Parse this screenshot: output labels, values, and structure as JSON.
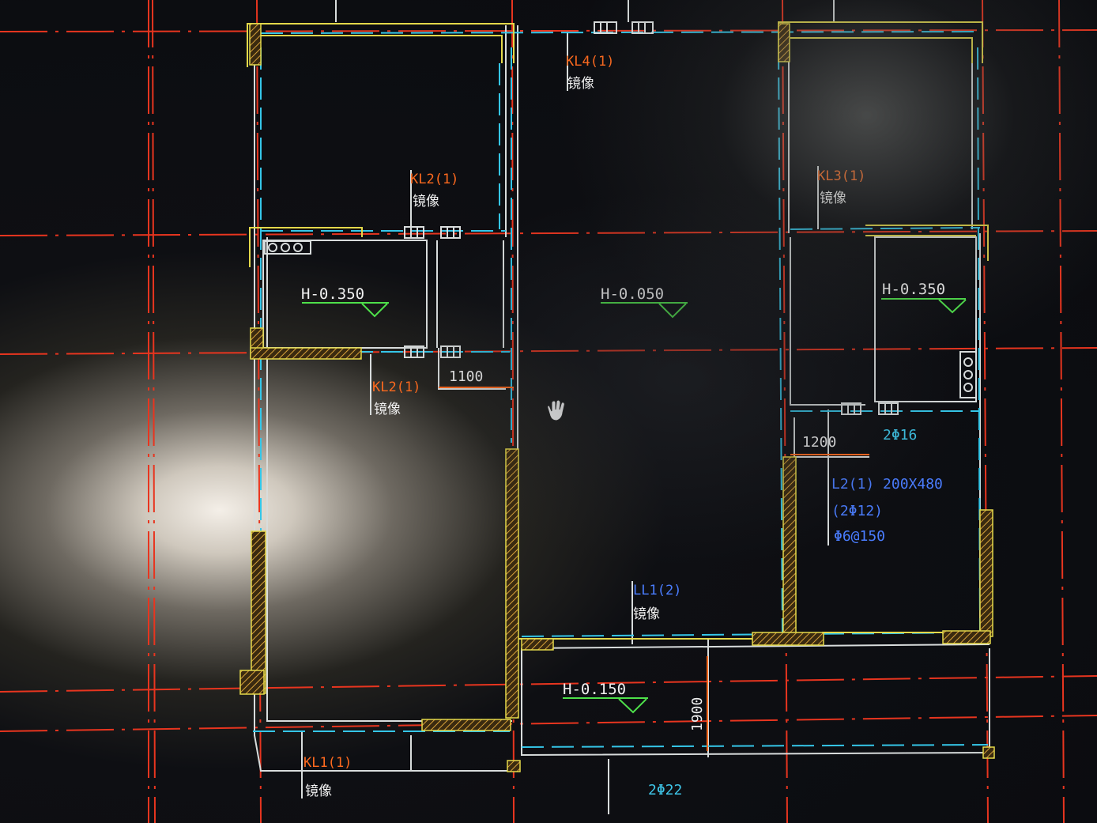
{
  "colors": {
    "axis": "#e8351f",
    "wall": "#d8dcdc",
    "dashed_beam": "#35c6e8",
    "column": "#e3d84a",
    "label_orange": "#ff6a1e",
    "label_white": "#f0f0f0",
    "label_blue": "#4a7dff",
    "level_green": "#4ee04a",
    "dim_cyan": "#3ec5e8"
  },
  "cursor": {
    "icon": "hand-pan-icon"
  },
  "labels": {
    "kl4": {
      "code": "KL4(1)",
      "note": "镜像"
    },
    "kl2_top": {
      "code": "KL2(1)",
      "note": "镜像"
    },
    "kl3": {
      "code": "KL3(1)",
      "note": "镜像"
    },
    "kl2_mid": {
      "code": "KL2(1)",
      "note": "镜像"
    },
    "ll1": {
      "code": "LL1(2)",
      "note": "镜像"
    },
    "kl1": {
      "code": "KL1(1)",
      "note": "镜像"
    },
    "l2": {
      "code": "L2(1) 200X480",
      "rebar": "(2Φ12)",
      "stirrup": "Φ6@150"
    }
  },
  "levels": {
    "left": "H-0.350",
    "center": "H-0.050",
    "right": "H-0.350",
    "bottom": "H-0.150"
  },
  "dimensions": {
    "d1100": "1100",
    "d1200": "1200",
    "d1900": "1900",
    "rebar_top": "2Φ16",
    "rebar_bottom": "2Φ22"
  }
}
